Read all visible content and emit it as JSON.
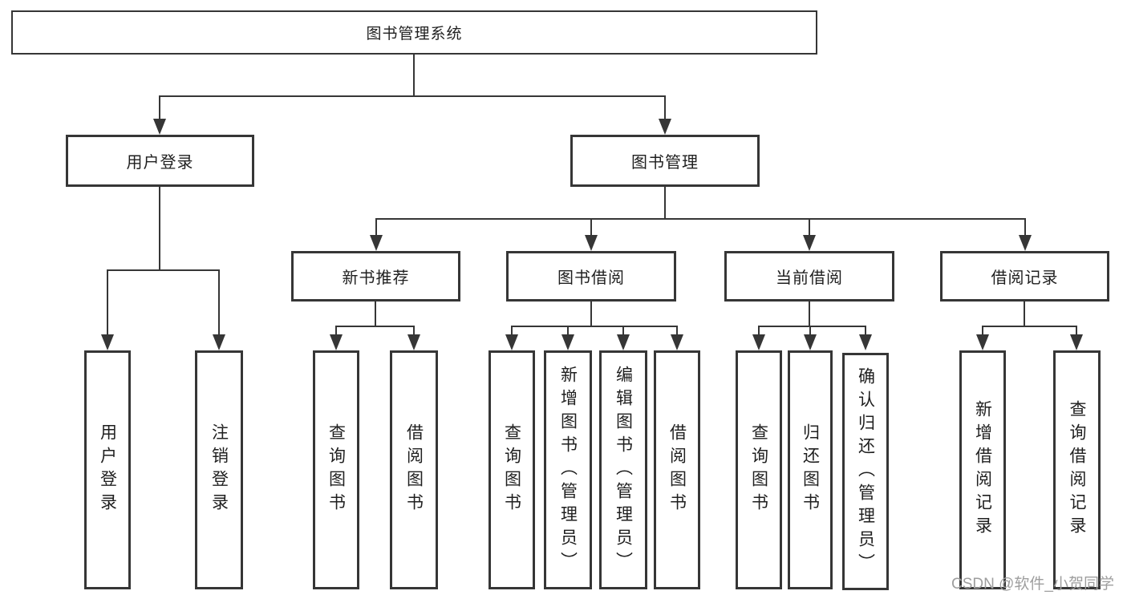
{
  "tree": {
    "root": {
      "label": "图书管理系统"
    },
    "branches": [
      {
        "label": "用户登录",
        "children": [
          {
            "label": "用户登录"
          },
          {
            "label": "注销登录"
          }
        ]
      },
      {
        "label": "图书管理",
        "children": [
          {
            "label": "新书推荐",
            "children": [
              {
                "label": "查询图书"
              },
              {
                "label": "借阅图书"
              }
            ]
          },
          {
            "label": "图书借阅",
            "children": [
              {
                "label": "查询图书"
              },
              {
                "label": "新增图书（管理员）"
              },
              {
                "label": "编辑图书（管理员）"
              },
              {
                "label": "借阅图书"
              }
            ]
          },
          {
            "label": "当前借阅",
            "children": [
              {
                "label": "查询图书"
              },
              {
                "label": "归还图书"
              },
              {
                "label": "确认归还（管理员）"
              }
            ]
          },
          {
            "label": "借阅记录",
            "children": [
              {
                "label": "新增借阅记录"
              },
              {
                "label": "查询借阅记录"
              }
            ]
          }
        ]
      }
    ]
  },
  "watermark": {
    "text": "CSDN @软件_小贺同学",
    "color": "#9e9e9e"
  },
  "colors": {
    "line": "#363636",
    "box_border": "#363636",
    "box_fill": "#ffffff",
    "text": "#1f1f1f",
    "background": "#ffffff"
  }
}
